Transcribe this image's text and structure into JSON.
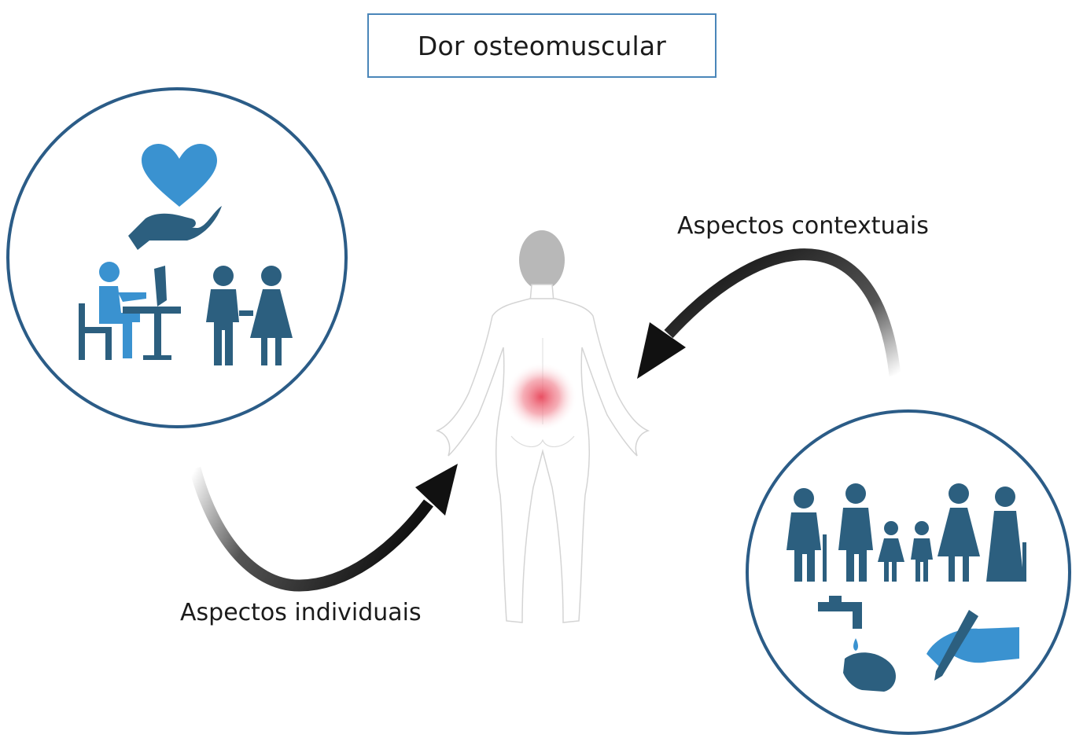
{
  "diagram": {
    "title": "Dor osteomuscular",
    "labels": {
      "contextual": "Aspectos contextuais",
      "individual": "Aspectos individuais"
    },
    "colors": {
      "circle_border": "#2b5c87",
      "icon_dark": "#2c5f7f",
      "icon_light": "#3a92d0",
      "title_border": "#4a86b9",
      "arrow": "#111111",
      "pain_spot": "#e8465a"
    },
    "individual_icons": [
      "heart-in-hand-icon",
      "person-at-computer-icon",
      "couple-icon"
    ],
    "contextual_icons": [
      "family-icon",
      "handwashing-icon",
      "writing-hand-icon"
    ],
    "center_figure": "human-body-back-pain-icon"
  }
}
